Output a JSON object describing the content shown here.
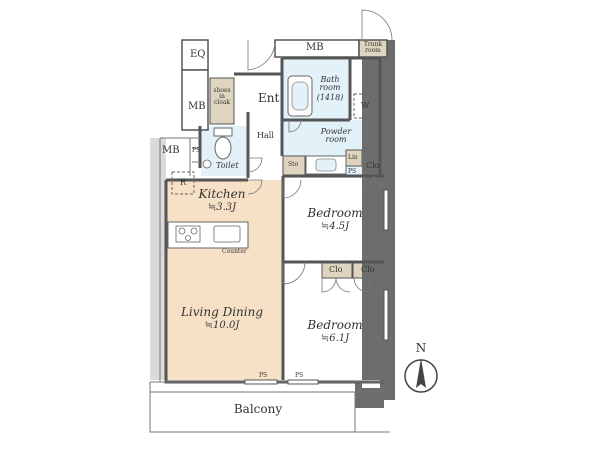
{
  "rooms": {
    "kitchen": {
      "name": "Kitchen",
      "area": "≒3.3J"
    },
    "living": {
      "name": "Living Dining",
      "area": "≒10.0J"
    },
    "bedroom1": {
      "name": "Bedroom",
      "area": "≒4.5J"
    },
    "bedroom2": {
      "name": "Bedroom",
      "area": "≒6.1J"
    },
    "bath": {
      "name": "Bath room",
      "size": "(1418)"
    },
    "powder": {
      "name": "Powder room"
    },
    "toilet": "Toilet",
    "hall": "Hall",
    "entrance": "Ent",
    "balcony": "Balcony"
  },
  "labels": {
    "eq": "EQ",
    "mb": "MB",
    "trunk": "Trunk room",
    "shoes": "shoes in cloak",
    "ps": "PS",
    "sto": "Sto",
    "lin": "Lin",
    "clo": "Clo",
    "w": "W",
    "r": "R",
    "counter": "Counter"
  },
  "compass": {
    "north": "N"
  },
  "colors": {
    "wood": "#f6e1c6",
    "tile": "#e3f1f8",
    "white_floor": "#ffffff",
    "storage": "#dfd4bf",
    "wall": "#555555",
    "outer_wall": "#6d6d6d"
  }
}
